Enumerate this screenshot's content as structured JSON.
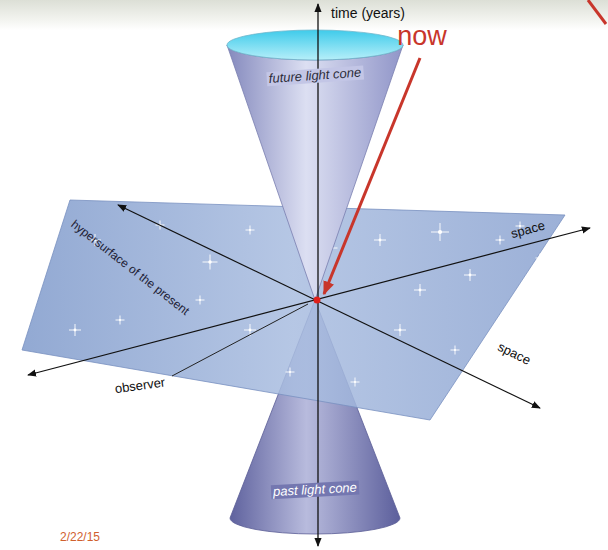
{
  "diagram": {
    "nodes": [
      {
        "text": [
          "future light cone"
        ]
      },
      {
        "text": [
          "hypersurface of the present"
        ]
      },
      {
        "text": [
          "past light cone"
        ]
      }
    ],
    "labels": [
      "time (years)",
      "now",
      "space",
      "space",
      "observer",
      "2/22/15"
    ]
  }
}
